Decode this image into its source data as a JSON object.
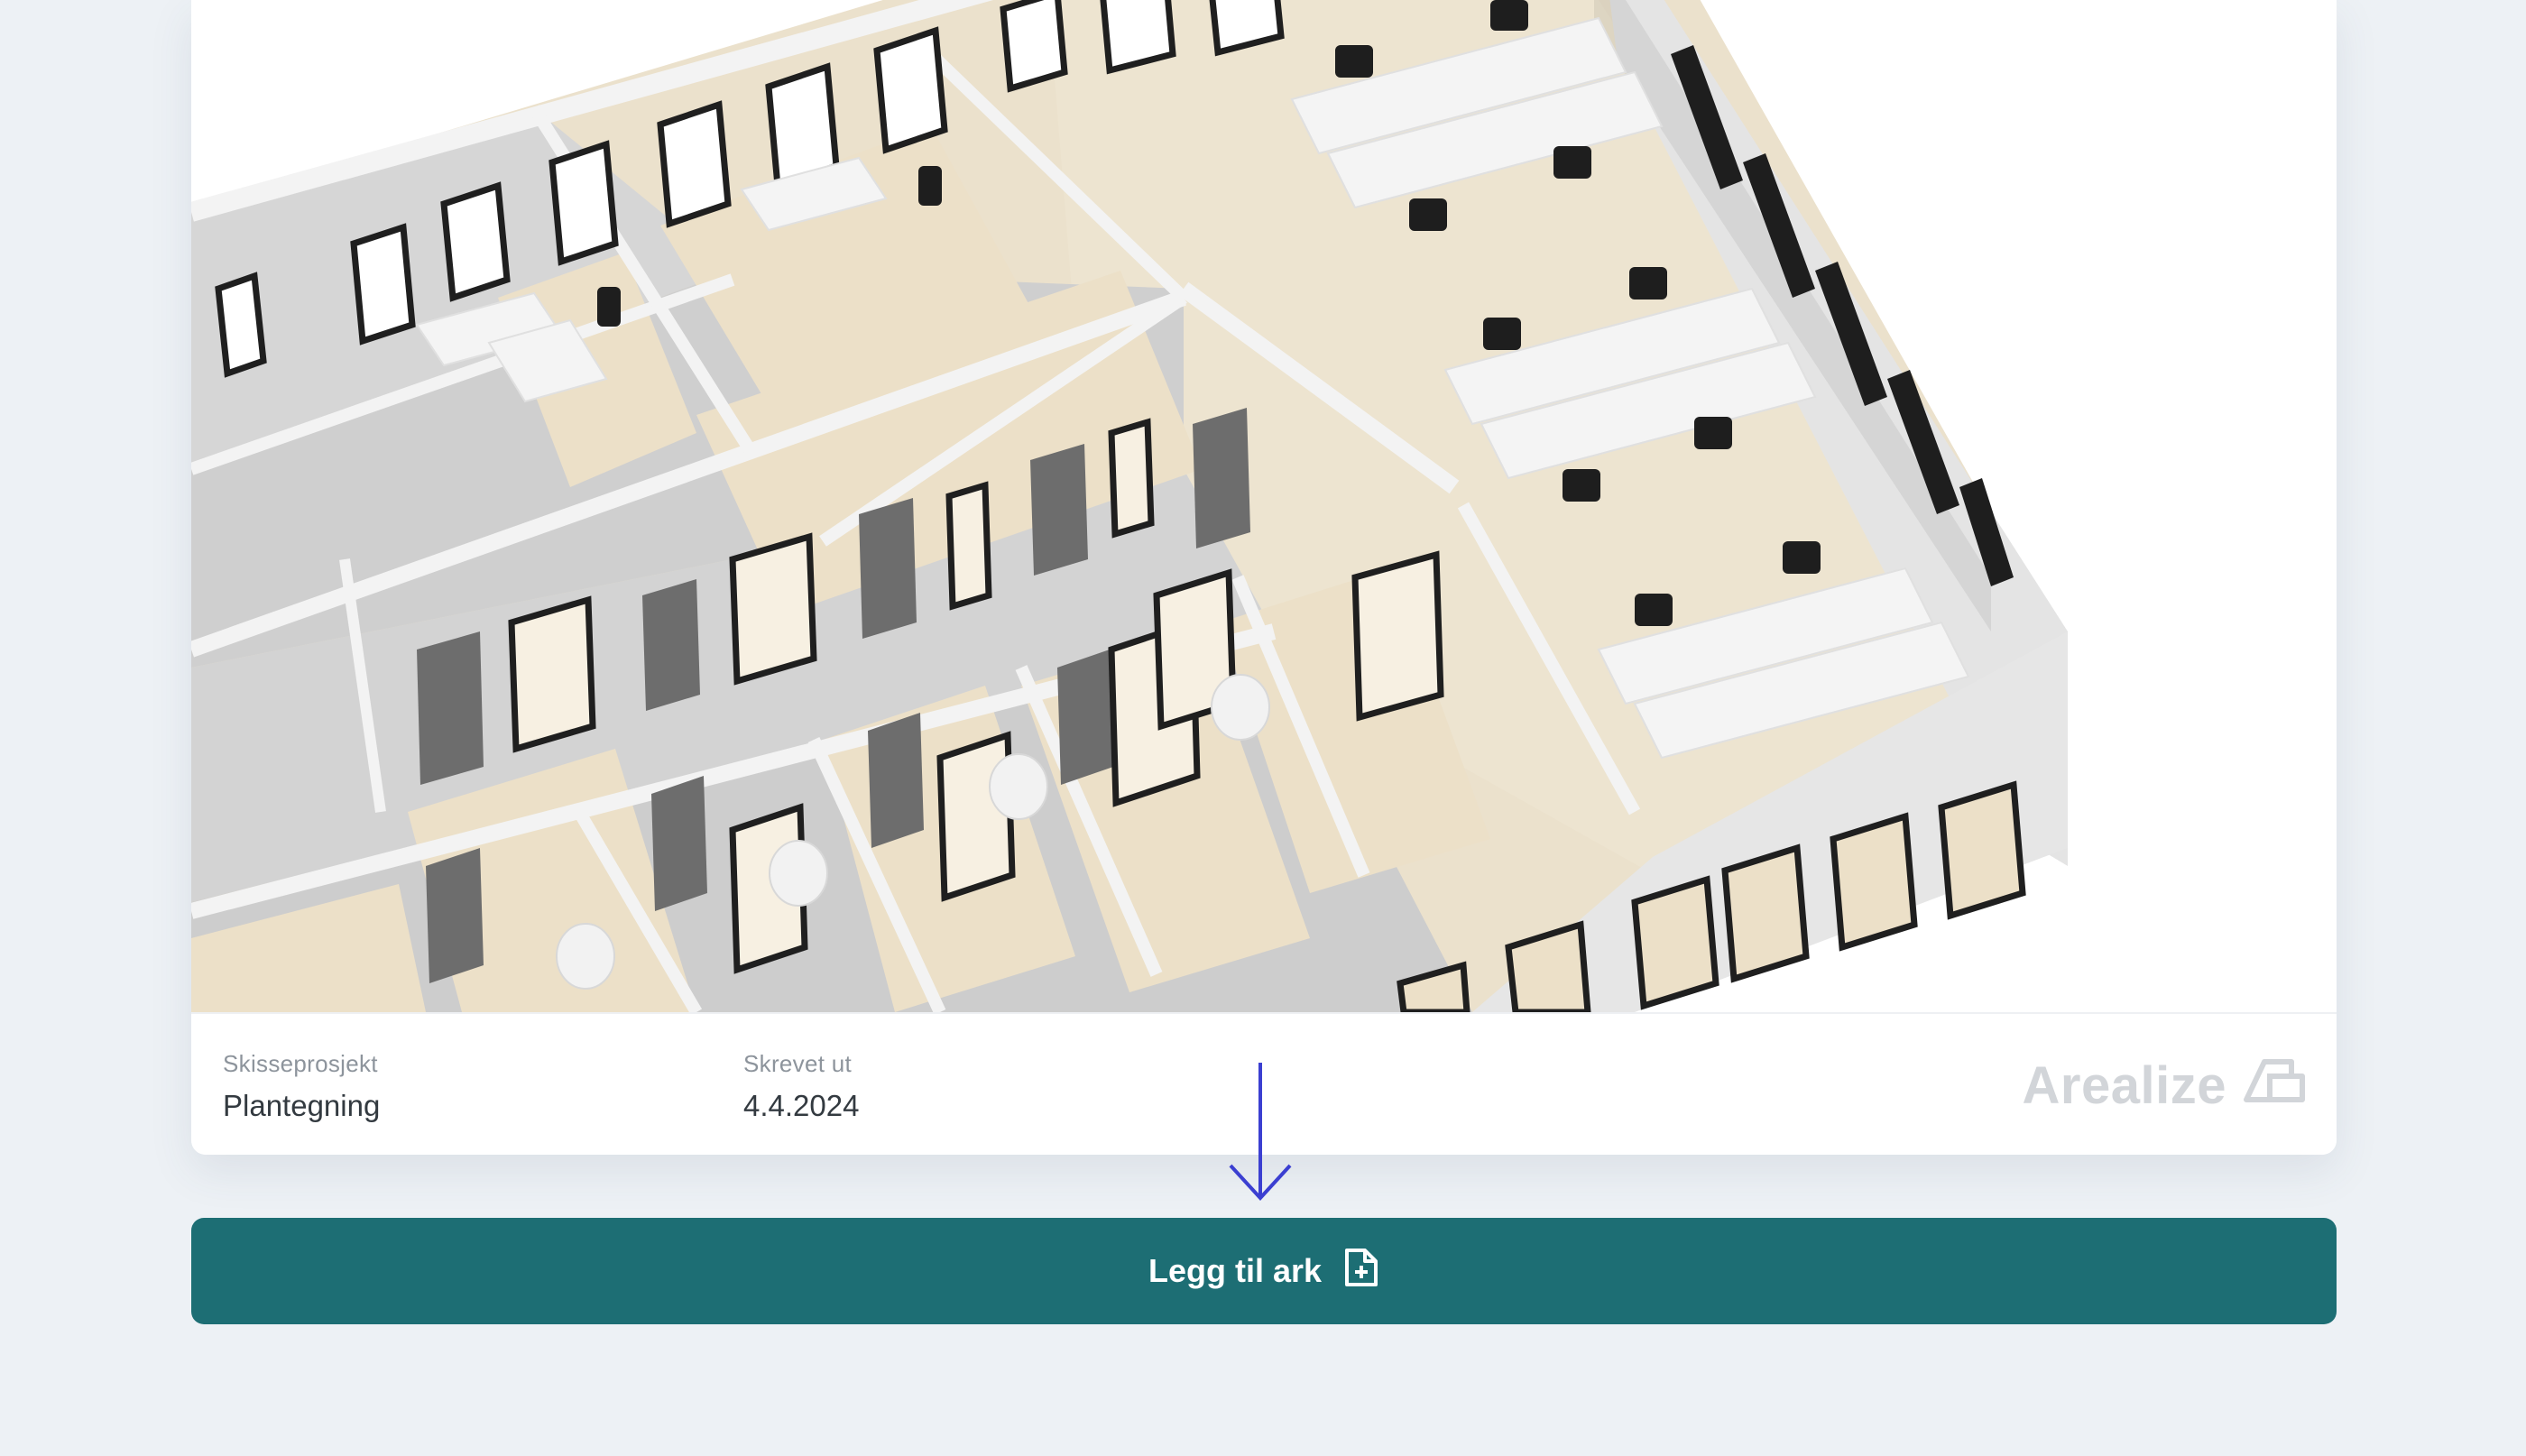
{
  "floorplan": {
    "alt_name": "isometric office floor plan render"
  },
  "meta": {
    "project_label": "Skisseprosjekt",
    "project_value": "Plantegning",
    "printed_label": "Skrevet ut",
    "printed_value": "4.4.2024"
  },
  "brand": {
    "name": "Arealize"
  },
  "action": {
    "label": "Legg til ark",
    "icon": "file-plus-icon"
  },
  "colors": {
    "accent": "#1d6e74",
    "arrow": "#3b3fd1",
    "floor": "#ede3cf",
    "wall": "#d9d9d9",
    "background": "#edf1f5"
  }
}
